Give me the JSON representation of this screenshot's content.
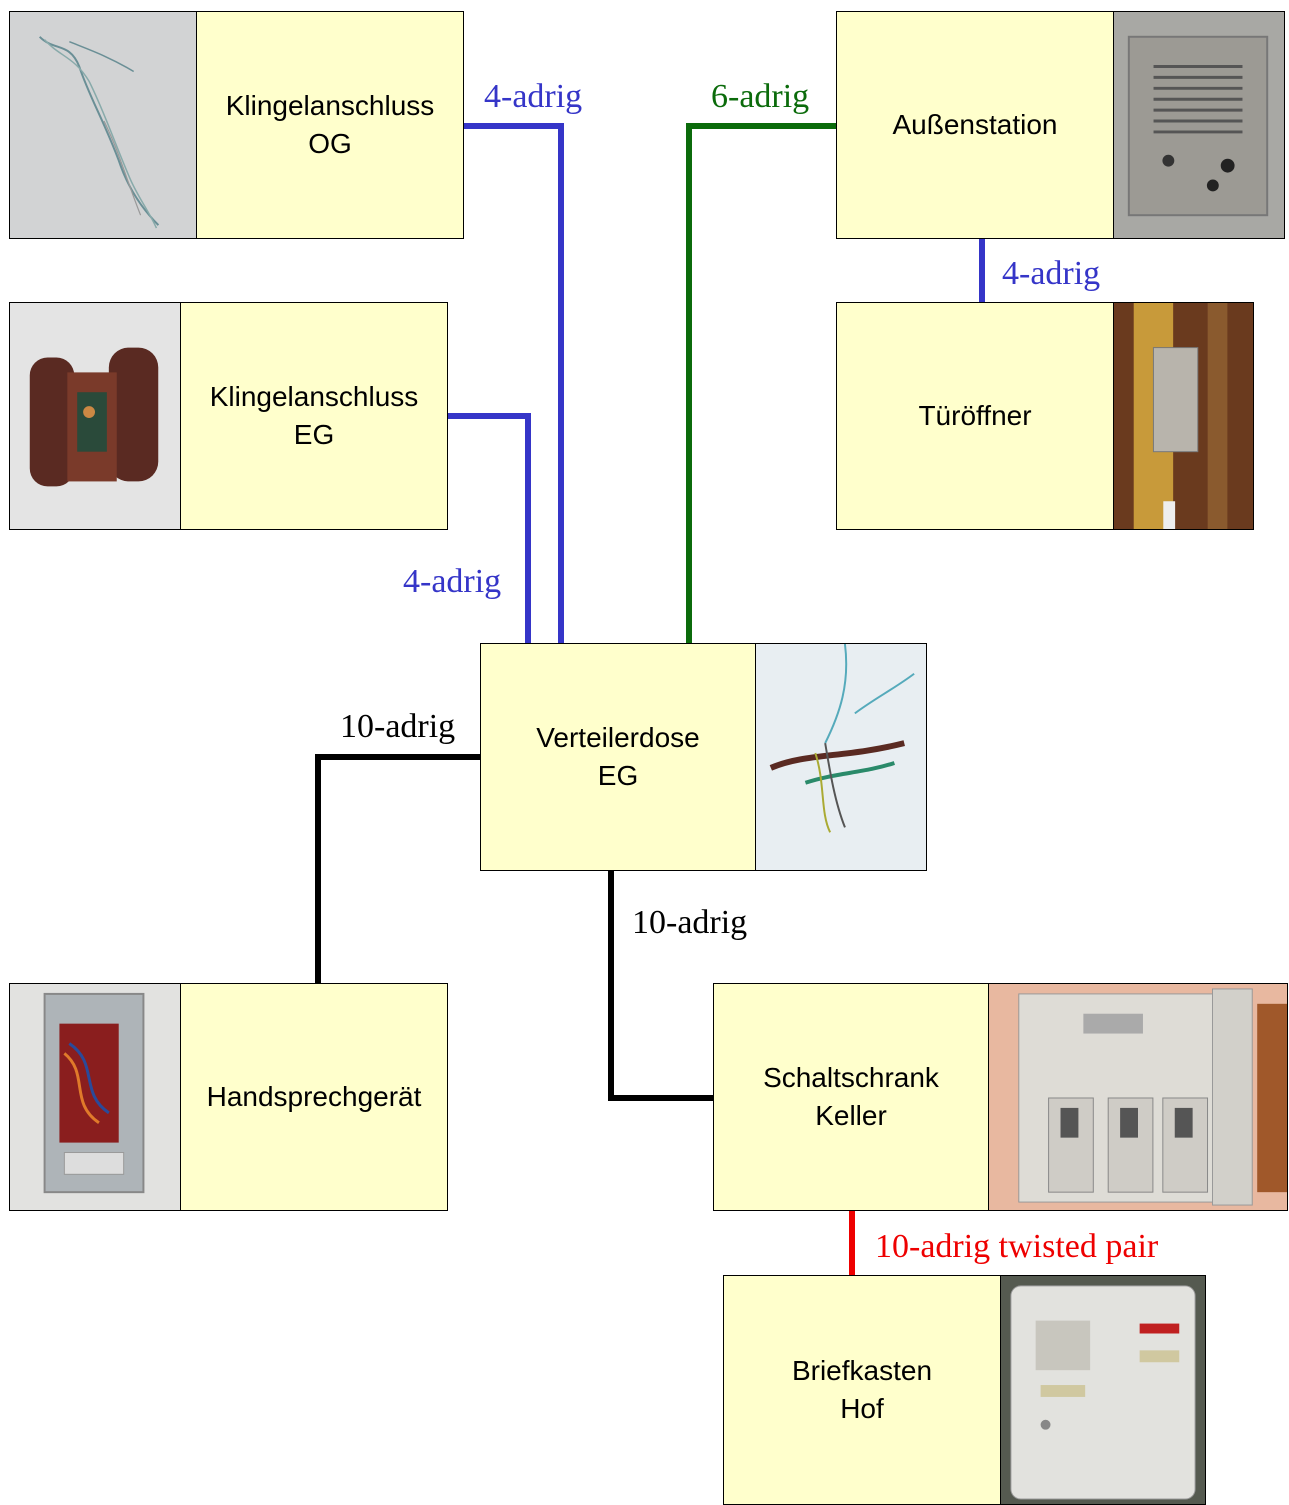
{
  "colors": {
    "box_fill": "#ffffcc",
    "wire_4": "#3535c8",
    "wire_6": "#0b6b0b",
    "wire_10": "#000000",
    "wire_10tp": "#ee0000"
  },
  "nodes": {
    "klingel_og": {
      "line1": "Klingelanschluss",
      "line2": "OG",
      "photo": "wire-bundle-photo"
    },
    "klingel_eg": {
      "line1": "Klingelanschluss",
      "line2": "EG",
      "photo": "bell-unit-photo"
    },
    "aussenstation": {
      "line1": "Außenstation",
      "photo": "door-intercom-photo"
    },
    "tueroeffner": {
      "line1": "Türöffner",
      "photo": "door-opener-photo"
    },
    "verteilerdose": {
      "line1": "Verteilerdose",
      "line2": "EG",
      "photo": "junction-box-photo"
    },
    "handsprech": {
      "line1": "Handsprechgerät",
      "photo": "handset-photo"
    },
    "schaltschrank": {
      "line1": "Schaltschrank",
      "line2": "Keller",
      "photo": "cabinet-photo"
    },
    "briefkasten": {
      "line1": "Briefkasten",
      "line2": "Hof",
      "photo": "mailbox-photo"
    }
  },
  "wires": {
    "og_label": "4-adrig",
    "eg_label": "4-adrig",
    "aussen_label": "6-adrig",
    "tuer_label": "4-adrig",
    "hand_label": "10-adrig",
    "keller_label": "10-adrig",
    "hof_label": "10-adrig twisted pair"
  }
}
